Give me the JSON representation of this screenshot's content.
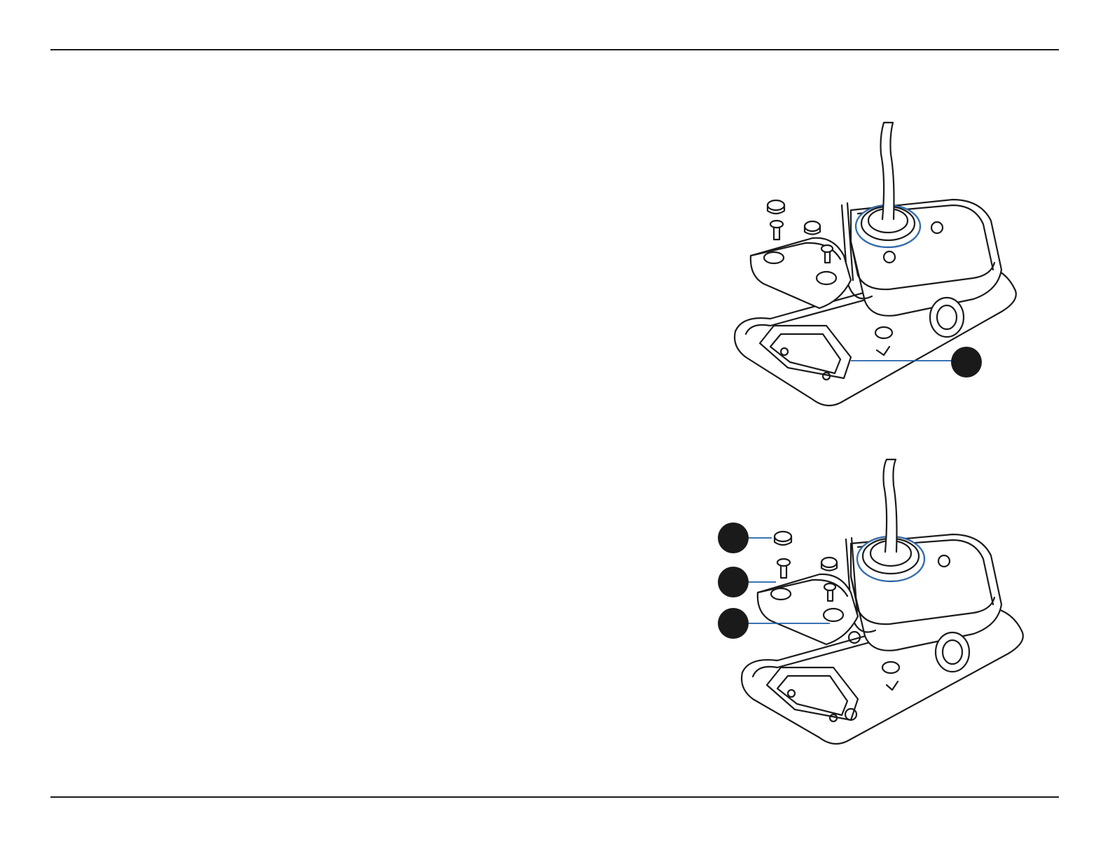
{
  "page": {
    "figures": [
      {
        "id": "figure-top",
        "callouts": 1
      },
      {
        "id": "figure-bottom",
        "callouts": 3
      }
    ],
    "colors": {
      "line": "#1a1a1a",
      "callout": "#1a1a1a",
      "leader": "#1f5fa8",
      "highlight": "#2b7bd6"
    }
  }
}
